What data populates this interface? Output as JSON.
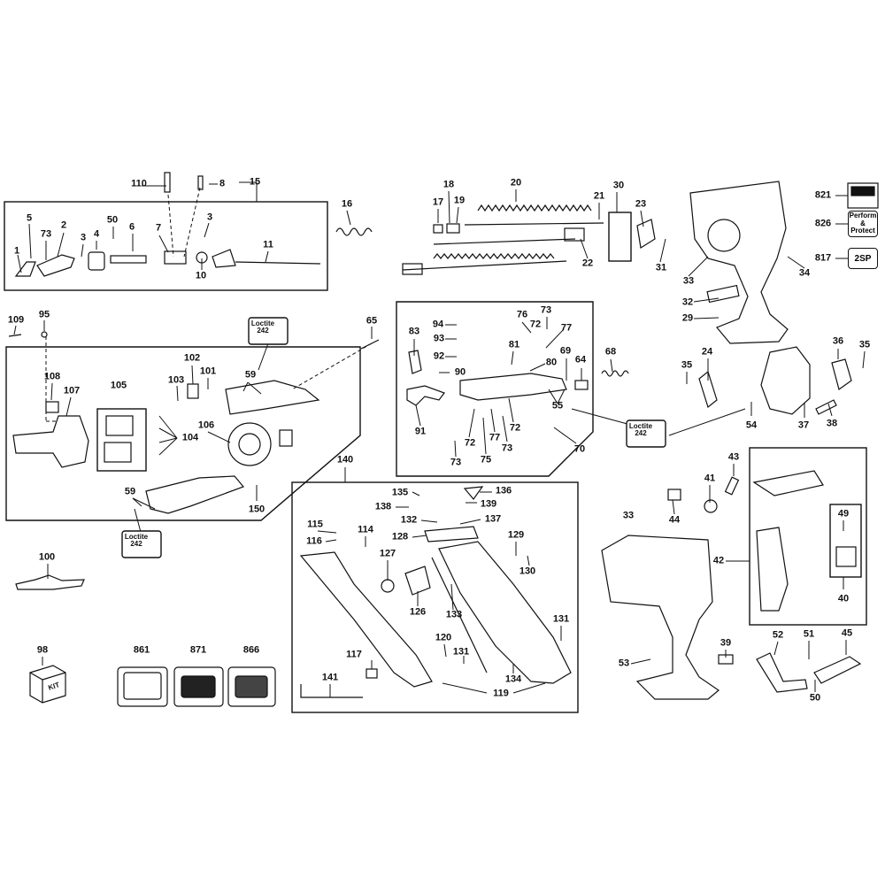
{
  "labels": {
    "p110": "110",
    "p8": "8",
    "p15": "15",
    "p5": "5",
    "p73a": "73",
    "p2": "2",
    "p3a": "3",
    "p4": "4",
    "p50a": "50",
    "p6": "6",
    "p7": "7",
    "p3b": "3",
    "p1": "1",
    "p10": "10",
    "p11": "11",
    "p16": "16",
    "p18": "18",
    "p20": "20",
    "p17": "17",
    "p19": "19",
    "p21": "21",
    "p30": "30",
    "p23": "23",
    "p22": "22",
    "p31": "31",
    "p33a": "33",
    "p34": "34",
    "p32": "32",
    "p29": "29",
    "p109": "109",
    "p95": "95",
    "p65": "65",
    "p102": "102",
    "p59a": "59",
    "p103": "103",
    "p101": "101",
    "p108": "108",
    "p107": "107",
    "p105": "105",
    "p104": "104",
    "p106": "106",
    "p59b": "59",
    "p150": "150",
    "p94": "94",
    "p76": "76",
    "p73b": "73",
    "p72a": "72",
    "p77a": "77",
    "p83": "83",
    "p93": "93",
    "p81": "81",
    "p92": "92",
    "p80": "80",
    "p69": "69",
    "p64": "64",
    "p90": "90",
    "p68": "68",
    "p55": "55",
    "p91": "91",
    "p72b": "72",
    "p77b": "77",
    "p72c": "72",
    "p73c": "73",
    "p75": "75",
    "p73d": "73",
    "p70": "70",
    "p35a": "35",
    "p24": "24",
    "p36": "36",
    "p35b": "35",
    "p54": "54",
    "p37": "37",
    "p38": "38",
    "p140": "140",
    "p135": "135",
    "p136": "136",
    "p138": "138",
    "p139": "139",
    "p132": "132",
    "p137": "137",
    "p115": "115",
    "p114": "114",
    "p116": "116",
    "p128": "128",
    "p129": "129",
    "p130": "130",
    "p127": "127",
    "p126": "126",
    "p133": "133",
    "p131a": "131",
    "p117": "117",
    "p120": "120",
    "p131b": "131",
    "p134": "134",
    "p141": "141",
    "p119": "119",
    "p43": "43",
    "p41": "41",
    "p44": "44",
    "p33b": "33",
    "p42": "42",
    "p49": "49",
    "p40": "40",
    "p39": "39",
    "p52": "52",
    "p51": "51",
    "p45": "45",
    "p53": "53",
    "p50b": "50",
    "p100": "100",
    "p98": "98",
    "p861": "861",
    "p871": "871",
    "p866": "866",
    "p821": "821",
    "p826": "826",
    "p817": "817"
  },
  "badges": {
    "loctite_a": {
      "line1": "Loctite",
      "line2": "242"
    },
    "loctite_b": {
      "line1": "Loctite",
      "line2": "242"
    },
    "loctite_c": {
      "line1": "Loctite",
      "line2": "242"
    }
  },
  "tags": {
    "kit": "KIT",
    "perform_line1": "Perform",
    "perform_line2": "&",
    "perform_line3": "Protect",
    "sp": "2SP"
  }
}
